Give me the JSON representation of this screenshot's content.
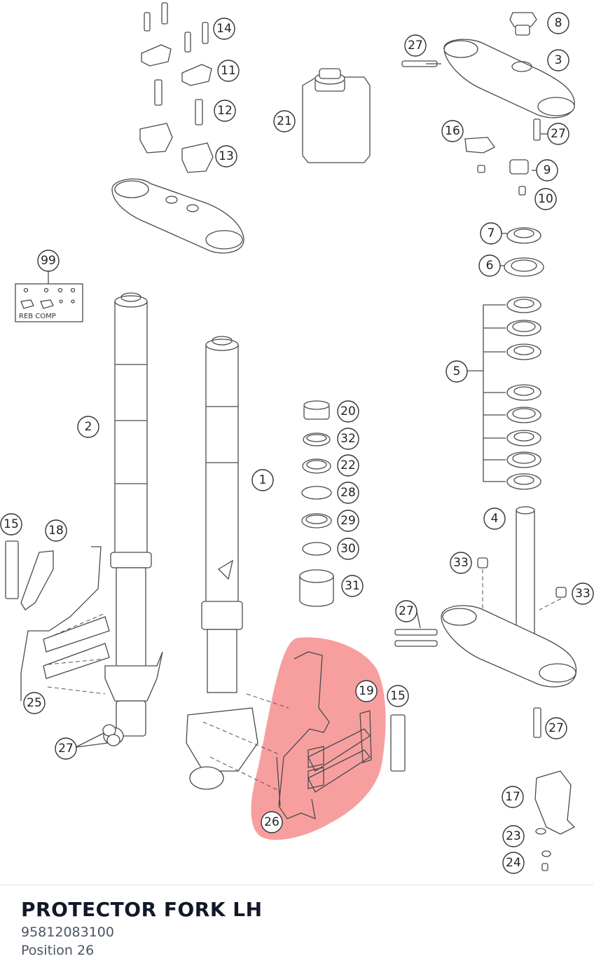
{
  "part": {
    "title": "PROTECTOR FORK LH",
    "number": "95812083100",
    "position": "Position 26"
  },
  "diagram": {
    "highlight_color": "#f26b6b",
    "kit_label": "REB COMP",
    "callouts": [
      "14",
      "11",
      "12",
      "13",
      "8",
      "3",
      "27",
      "27",
      "21",
      "16",
      "9",
      "10",
      "7",
      "6",
      "99",
      "5",
      "2",
      "1",
      "20",
      "32",
      "22",
      "28",
      "29",
      "30",
      "31",
      "4",
      "15",
      "18",
      "33",
      "33",
      "27",
      "25",
      "27",
      "19",
      "15",
      "26",
      "27",
      "17",
      "23",
      "24"
    ]
  }
}
